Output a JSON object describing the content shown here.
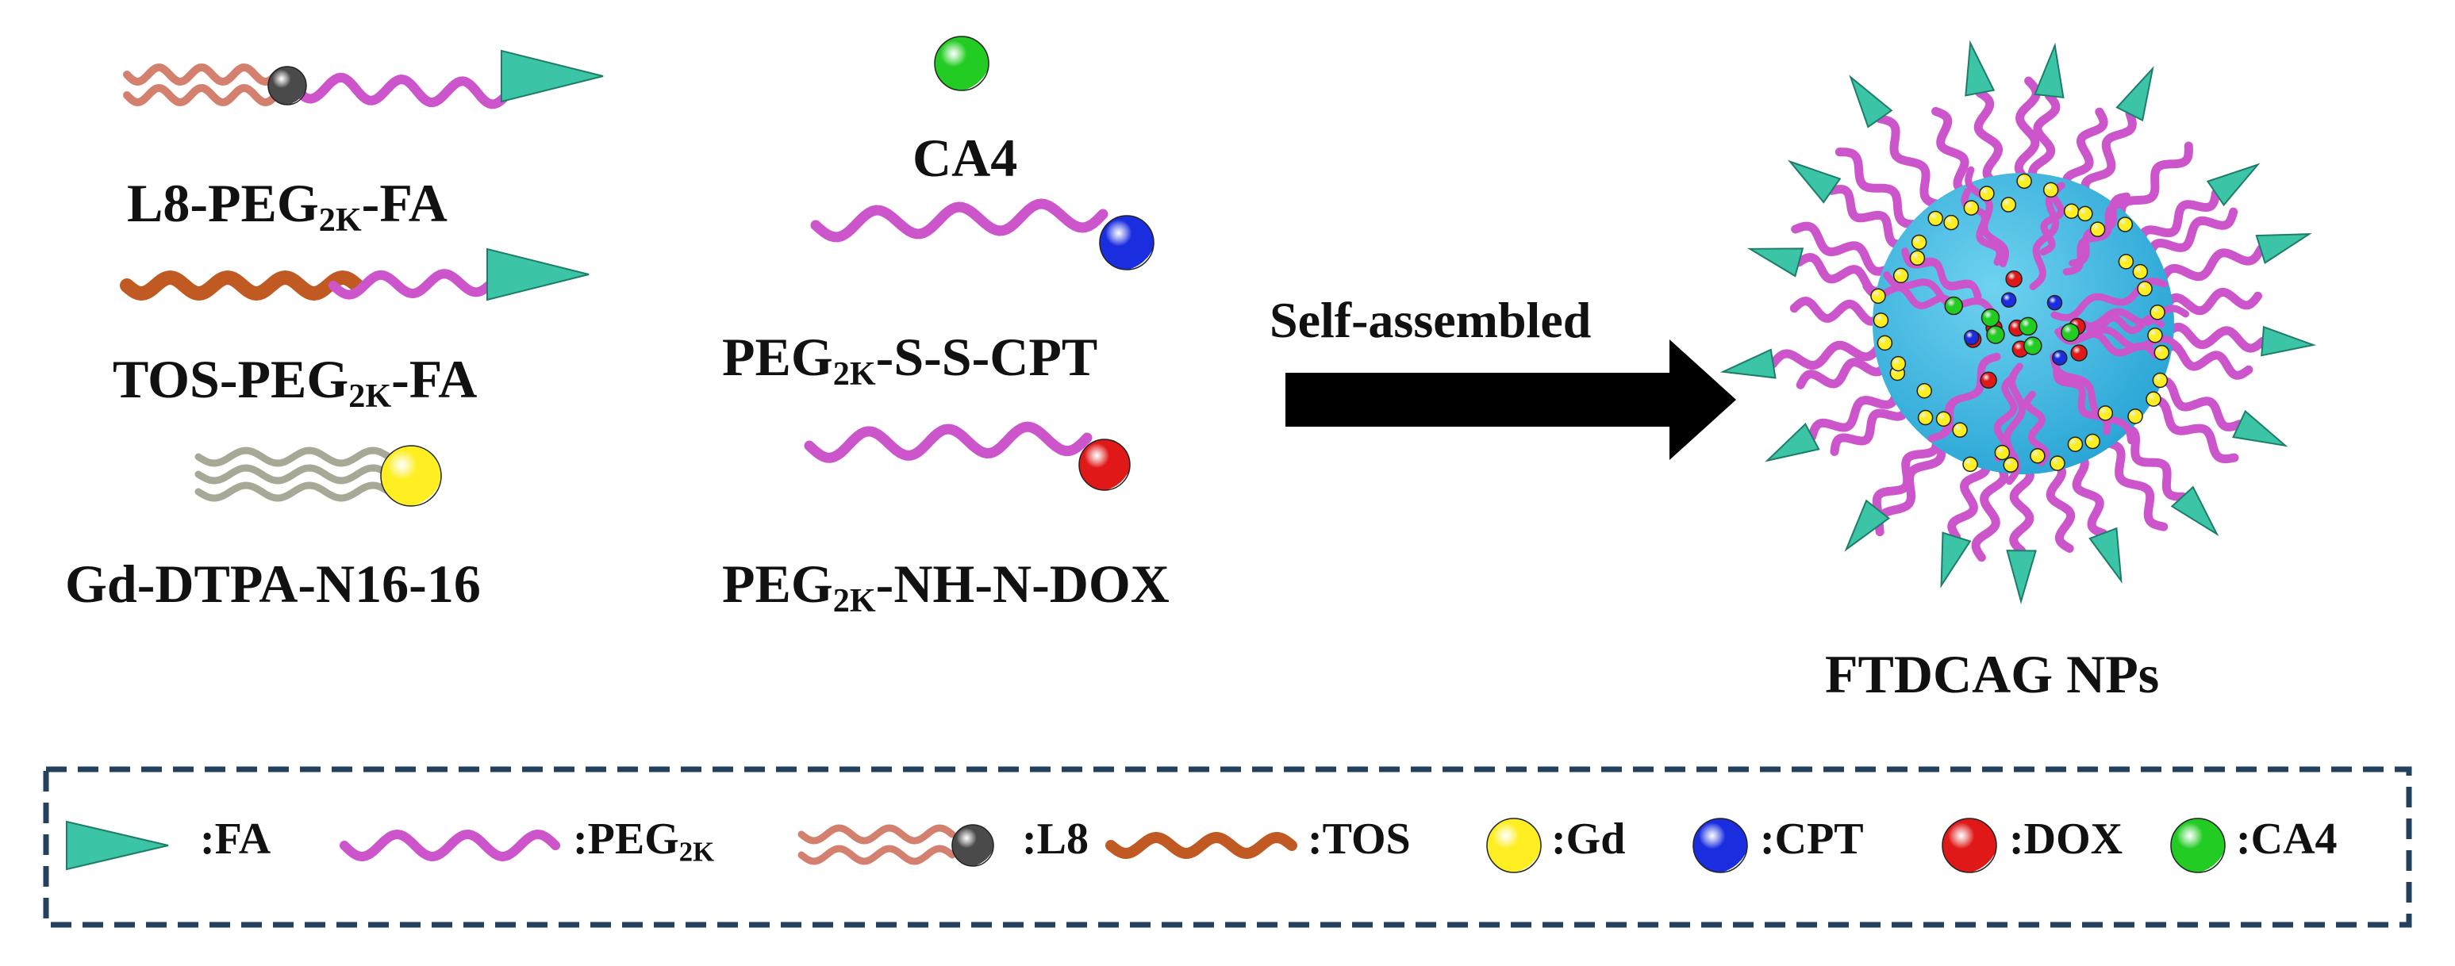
{
  "colors": {
    "peg": "#cc55cc",
    "lipid": "#d4806e",
    "tos": "#c05a22",
    "gd_tail": "#a8a896",
    "fa": "#3cc4a6",
    "l8_head": "#4a4a4a",
    "gd": "#ffee22",
    "cpt": "#1a2ee0",
    "dox": "#e01818",
    "ca4": "#22cc22",
    "core": "#2aa6d6",
    "legend_border": "#23415e",
    "arrow": "#000000"
  },
  "icons": [
    "fa-cone-icon",
    "peg-chain-icon",
    "l8-lipid-icon",
    "tos-chain-icon",
    "gd-sphere-icon",
    "cpt-sphere-icon",
    "dox-sphere-icon",
    "ca4-sphere-icon",
    "nanoparticle-icon",
    "arrow-right-icon"
  ],
  "labels": {
    "l8": {
      "main": "L8-PEG",
      "sub": "2K",
      "tail": "-FA"
    },
    "tos": {
      "main": "TOS-PEG",
      "sub": "2K",
      "tail": "-FA"
    },
    "gd": {
      "main": "Gd-DTPA-N16-16"
    },
    "ca4": {
      "main": "CA4"
    },
    "cpt": {
      "main": "PEG",
      "sub": "2K",
      "tail": "-S-S-CPT"
    },
    "dox": {
      "main": "PEG",
      "sub": "2K",
      "tail": "-NH-N-DOX"
    },
    "arrow": "Self-assembled",
    "np": "FTDCAG NPs"
  },
  "legend": {
    "fa": ":FA",
    "peg": {
      "main": ":PEG",
      "sub": "2K"
    },
    "l8": ":L8",
    "tos": ":TOS",
    "gd": ":Gd",
    "cpt": ":CPT",
    "dox": ":DOX",
    "ca4": ":CA4"
  }
}
